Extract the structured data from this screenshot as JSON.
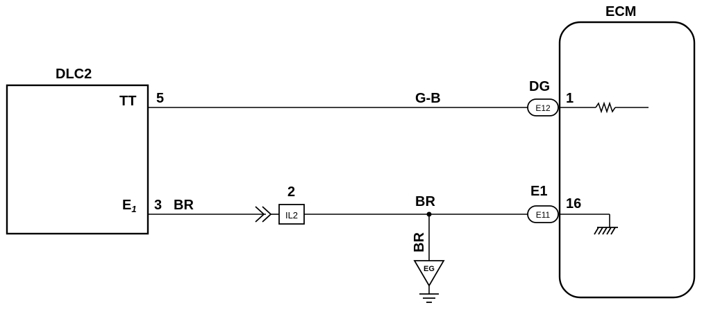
{
  "components": {
    "dlc2": {
      "name": "DLC2",
      "pin_tt": "TT",
      "pin_e1_base": "E",
      "pin_e1_sub": "1"
    },
    "ecm": {
      "name": "ECM",
      "pin_dg": "DG",
      "pin_e1": "E1"
    }
  },
  "wires": {
    "top": {
      "dlc_pin": "5",
      "color_label": "G-B",
      "connector": "E12",
      "ecm_pin": "1"
    },
    "bottom": {
      "dlc_pin": "3",
      "color_label_left": "BR",
      "junction_number": "2",
      "junction_connector": "IL2",
      "color_label_mid": "BR",
      "color_label_branch": "BR",
      "ground_label": "EG",
      "connector": "E11",
      "ecm_pin": "16"
    }
  }
}
